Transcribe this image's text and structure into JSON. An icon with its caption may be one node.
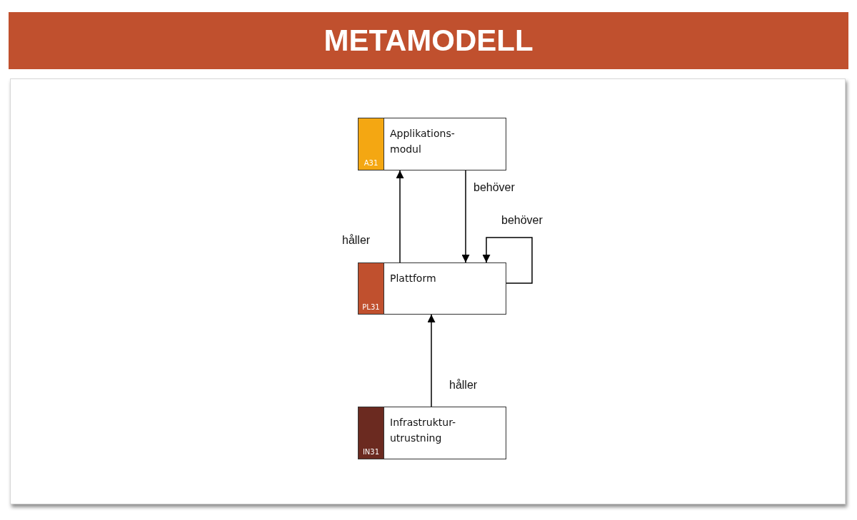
{
  "diagram": {
    "title": "METAMODELL",
    "nodes": [
      {
        "text": [
          "A31",
          "Applikations- modul"
        ]
      },
      {
        "text": [
          "PL31",
          "Plattform"
        ]
      },
      {
        "text": [
          "IN31",
          "Infrastruktur- utrustning"
        ]
      }
    ],
    "edges": [
      {
        "from": 1,
        "to": 0,
        "arrow": "to",
        "label": "håller"
      },
      {
        "from": 0,
        "to": 1,
        "arrow": "to",
        "label": "behöver"
      },
      {
        "from": 1,
        "to": 1,
        "arrow": "to",
        "label": "behöver"
      },
      {
        "from": 2,
        "to": 1,
        "arrow": "to",
        "label": "håller"
      }
    ]
  }
}
